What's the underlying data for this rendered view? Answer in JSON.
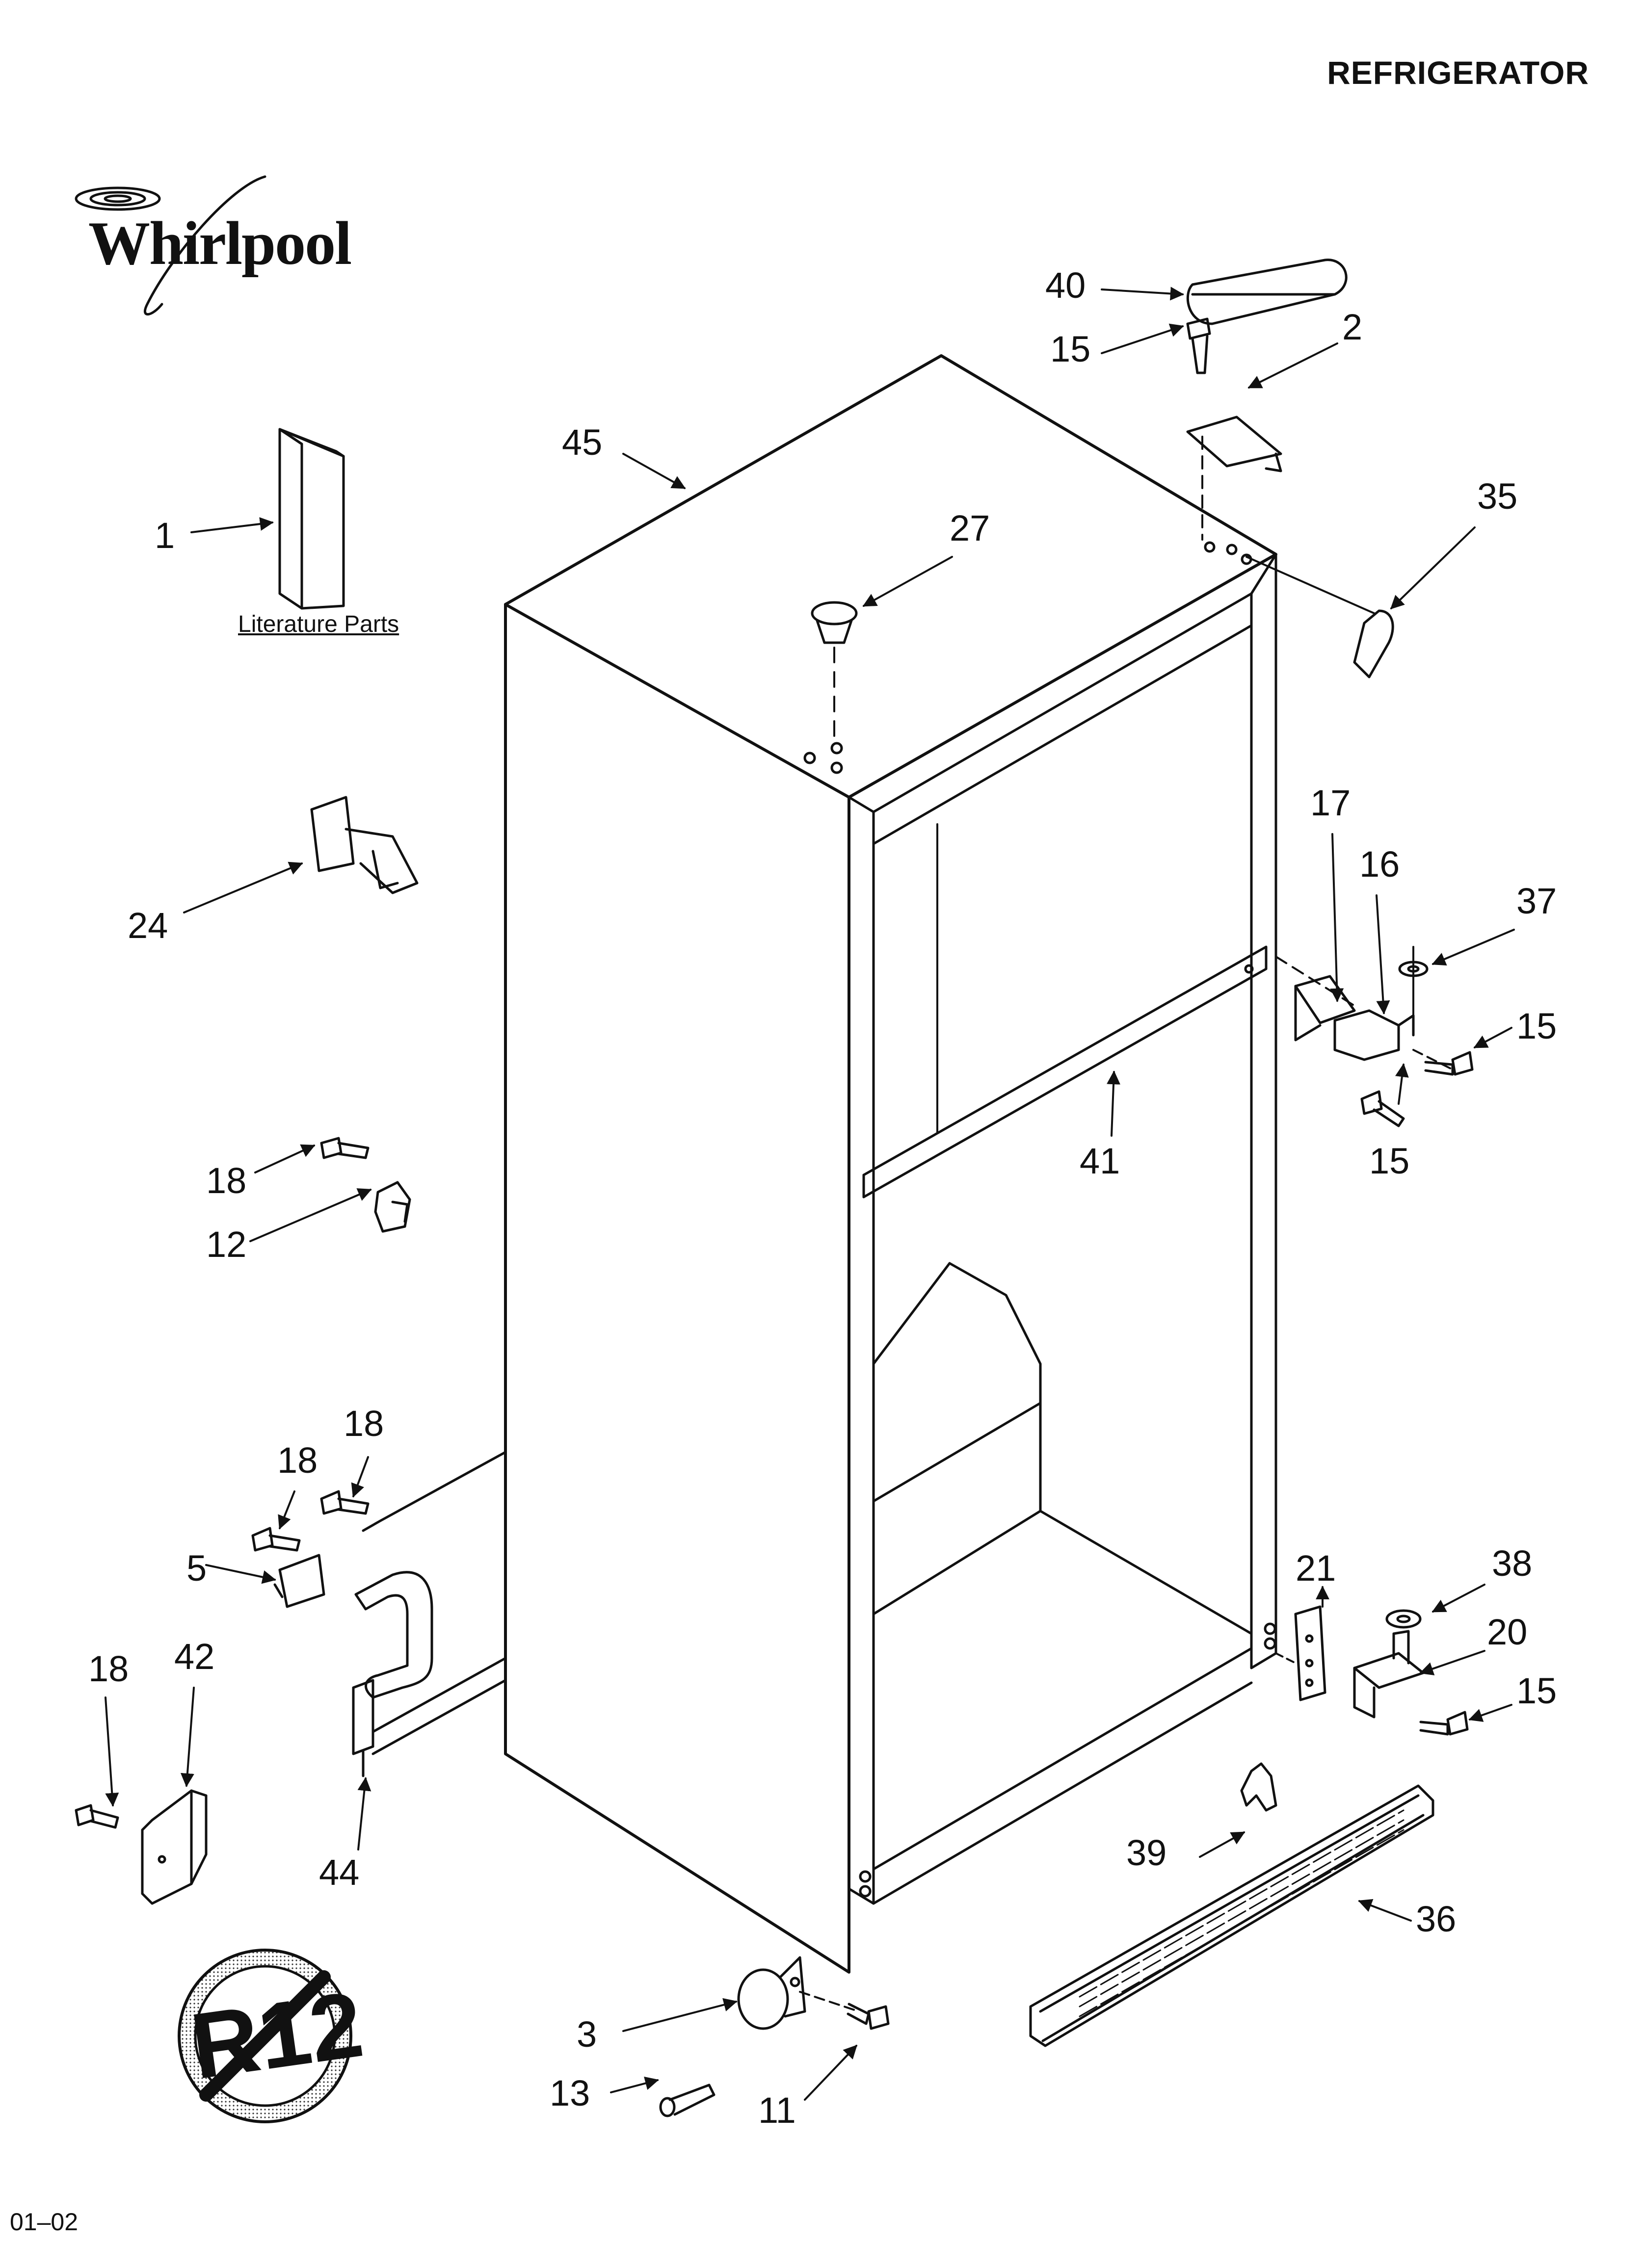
{
  "header": {
    "title": "REFRIGERATOR"
  },
  "brand": {
    "logo_text": "Whirlpool"
  },
  "literature_label": "Literature Parts",
  "doc_code": "01–02",
  "badge": {
    "text": "R12",
    "icon": "no-r12-prohibition-icon"
  },
  "part_numbers": {
    "p1": "1",
    "p2": "2",
    "p3": "3",
    "p5": "5",
    "p11": "11",
    "p12": "12",
    "p13": "13",
    "p15a": "15",
    "p15b": "15",
    "p15c": "15",
    "p15d": "15",
    "p16": "16",
    "p17": "17",
    "p18a": "18",
    "p18b": "18",
    "p18c": "18",
    "p18d": "18",
    "p20": "20",
    "p21": "21",
    "p24": "24",
    "p27": "27",
    "p35": "35",
    "p36": "36",
    "p37": "37",
    "p38": "38",
    "p39": "39",
    "p40": "40",
    "p41": "41",
    "p42": "42",
    "p44": "44",
    "p45": "45"
  },
  "colors": {
    "line": "#111111",
    "background": "#ffffff"
  }
}
